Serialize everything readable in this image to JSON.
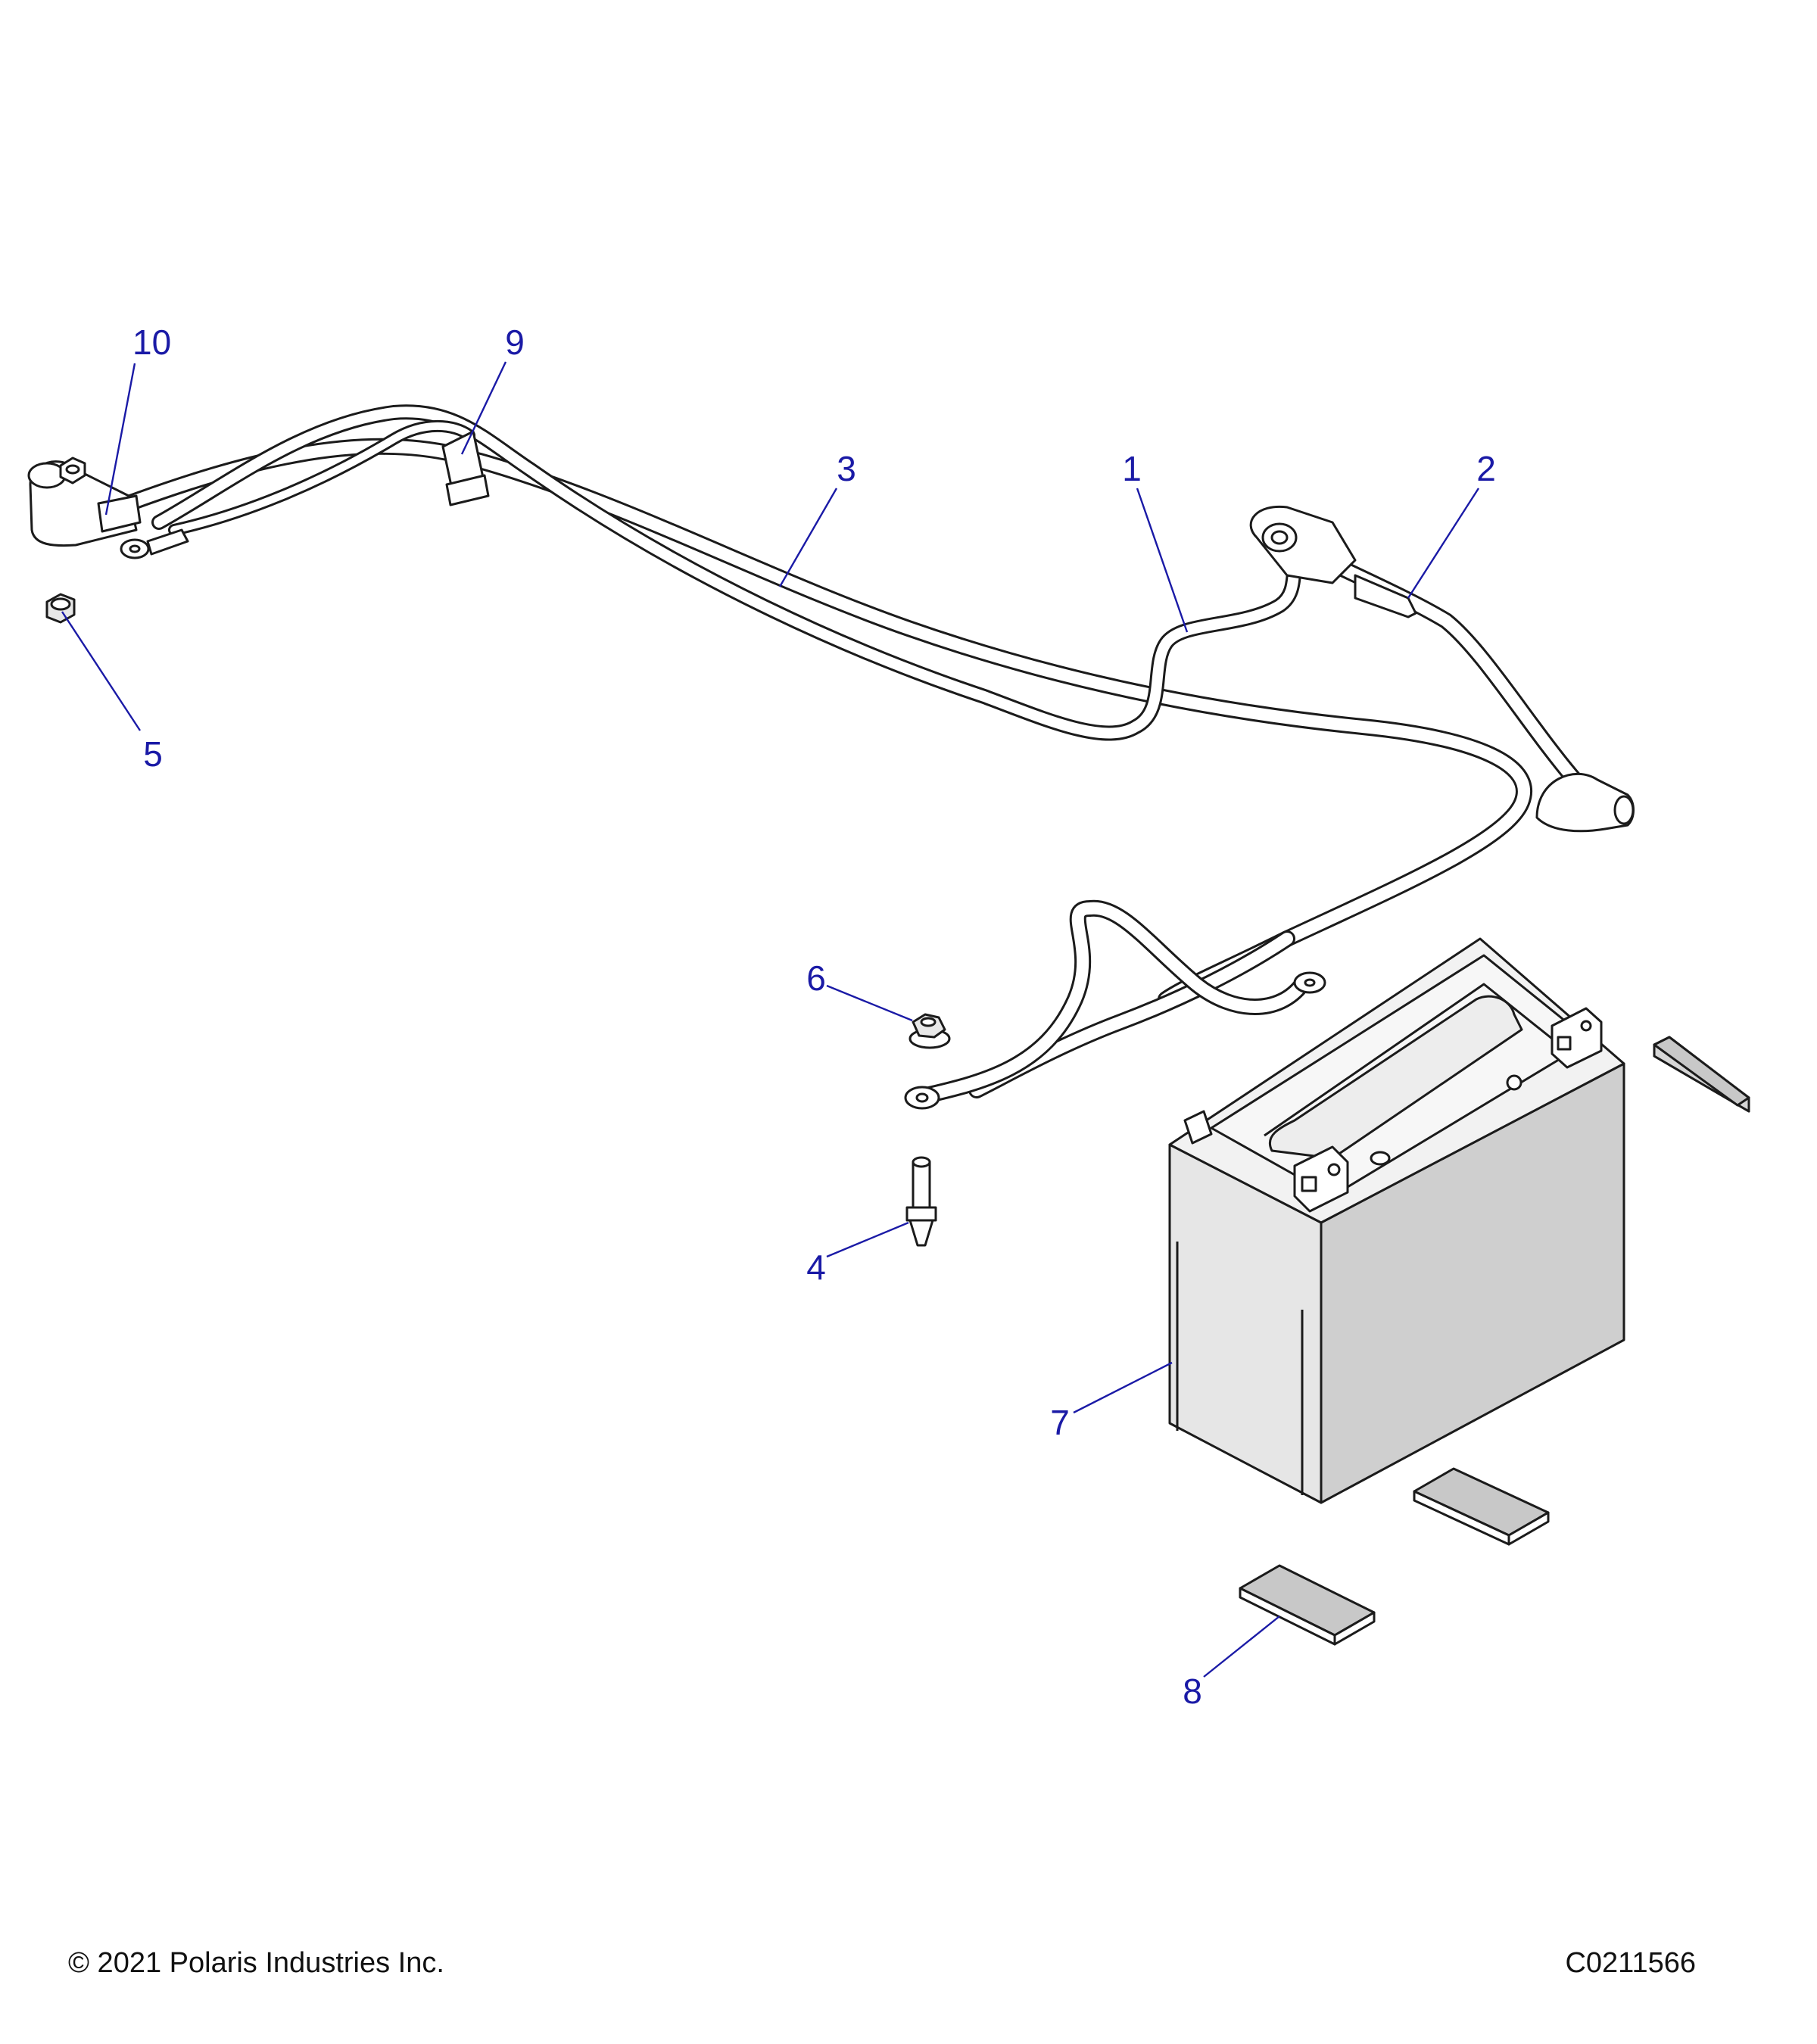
{
  "callouts": [
    {
      "id": "1",
      "label": "1"
    },
    {
      "id": "2",
      "label": "2"
    },
    {
      "id": "3",
      "label": "3"
    },
    {
      "id": "4",
      "label": "4"
    },
    {
      "id": "5",
      "label": "5"
    },
    {
      "id": "6",
      "label": "6"
    },
    {
      "id": "7",
      "label": "7"
    },
    {
      "id": "8",
      "label": "8"
    },
    {
      "id": "9",
      "label": "9"
    },
    {
      "id": "10",
      "label": "10"
    }
  ],
  "footer": {
    "copyright": "© 2021 Polaris Industries Inc.",
    "figure_id": "C0211566"
  },
  "colors": {
    "callout": "#1a1aa6",
    "battery_side": "#cfcfcf",
    "battery_front": "#e6e6e6",
    "battery_top": "#f2f2f2",
    "pad": "#c8c8c8",
    "line": "#1b1b1b"
  }
}
